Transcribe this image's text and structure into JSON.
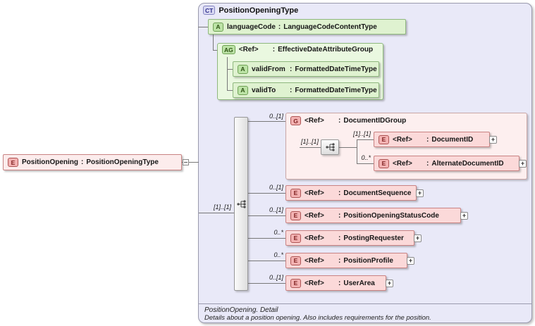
{
  "colors": {
    "container-bg": "#e9e9f8",
    "container-border": "#9a9aae",
    "attr-bg": "#dff2d0",
    "attr-border": "#8fb87e",
    "attr-group-bg": "#eaf8e0",
    "elem-bg": "#fbd9d9",
    "elem-border": "#c98383",
    "group-bg": "#fdefef",
    "group-border": "#c9a6a6",
    "badge-e-bg": "#f3b2b2",
    "badge-e-border": "#ae5656",
    "badge-a-bg": "#bce3a6",
    "badge-a-border": "#6fa055",
    "badge-ct-bg": "#d8d8f2",
    "badge-ct-border": "#8686c2"
  },
  "root": {
    "badge": "E",
    "name": "PositionOpening",
    "sep": ":",
    "type": "PositionOpeningType"
  },
  "ct": {
    "badge": "CT",
    "title": "PositionOpeningType",
    "language_attr": {
      "badge": "A",
      "name": "languageCode",
      "sep": ":",
      "type": "LanguageCodeContentType"
    },
    "effective_group": {
      "badge": "AG",
      "ref": "<Ref>",
      "sep": ":",
      "type": "EffectiveDateAttributeGroup",
      "valid_from": {
        "badge": "A",
        "name": "validFrom",
        "sep": ":",
        "type": "FormattedDateTimeType"
      },
      "valid_to": {
        "badge": "A",
        "name": "validTo",
        "sep": ":",
        "type": "FormattedDateTimeType"
      }
    },
    "sequence": {
      "cardinality": "[1]..[1]"
    },
    "doc_group": {
      "cardinality": "0..[1]",
      "badge": "G",
      "ref": "<Ref>",
      "sep": ":",
      "type": "DocumentIDGroup",
      "sequence": {
        "cardinality": "[1]..[1]"
      },
      "document_id": {
        "cardinality": "[1]..[1]",
        "badge": "E",
        "ref": "<Ref>",
        "sep": ":",
        "type": "DocumentID",
        "expand": "+"
      },
      "alternate_document_id": {
        "cardinality": "0..*",
        "badge": "E",
        "ref": "<Ref>",
        "sep": ":",
        "type": "AlternateDocumentID",
        "expand": "+"
      }
    },
    "elements": [
      {
        "cardinality": "0..[1]",
        "badge": "E",
        "ref": "<Ref>",
        "sep": ":",
        "type": "DocumentSequence",
        "expand": "+"
      },
      {
        "cardinality": "0..[1]",
        "badge": "E",
        "ref": "<Ref>",
        "sep": ":",
        "type": "PositionOpeningStatusCode",
        "expand": "+"
      },
      {
        "cardinality": "0..*",
        "badge": "E",
        "ref": "<Ref>",
        "sep": ":",
        "type": "PostingRequester",
        "expand": "+"
      },
      {
        "cardinality": "0..*",
        "badge": "E",
        "ref": "<Ref>",
        "sep": ":",
        "type": "PositionProfile",
        "expand": "+"
      },
      {
        "cardinality": "0..[1]",
        "badge": "E",
        "ref": "<Ref>",
        "sep": ":",
        "type": "UserArea",
        "expand": "+"
      }
    ],
    "footer": {
      "title": "PositionOpening. Detail",
      "description": "Details about a position opening. Also includes requirements for the position."
    }
  }
}
